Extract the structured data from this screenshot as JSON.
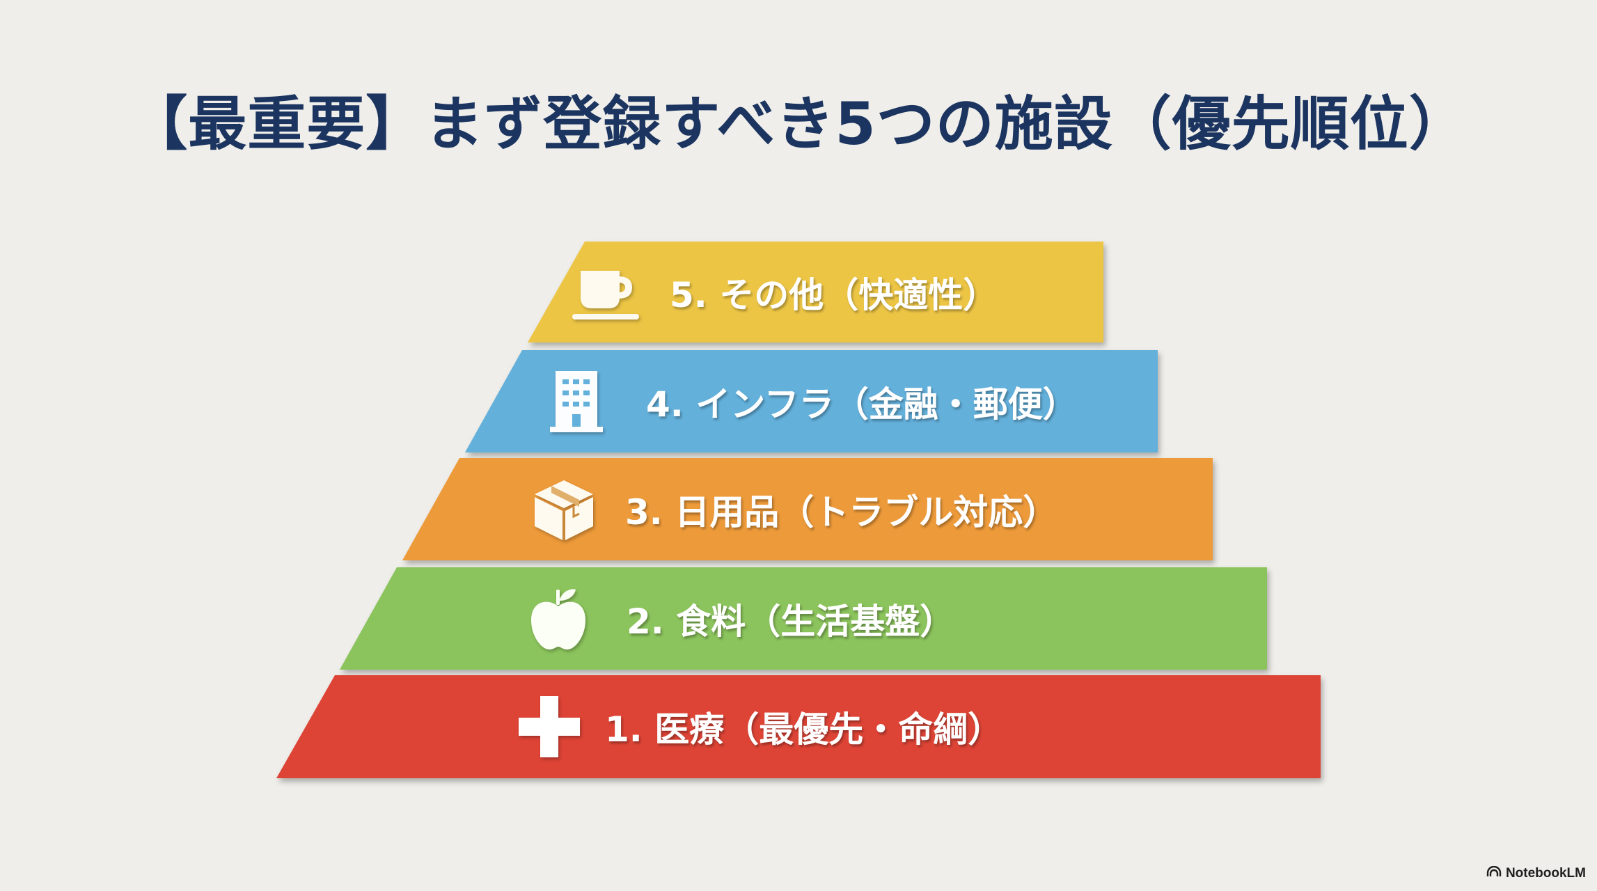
{
  "slide": {
    "title": "【最重要】まず登録すべき5つの施設（優先順位）",
    "background_color": "#efeeea",
    "title_color": "#1c3560"
  },
  "pyramid": {
    "levels": [
      {
        "rank": 5,
        "label": "5. その他（快適性）",
        "icon": "coffee-cup-icon",
        "color": "#ecc545",
        "position": "top"
      },
      {
        "rank": 4,
        "label": "4. インフラ（金融・郵便）",
        "icon": "office-building-icon",
        "color": "#63b0db",
        "position": "second"
      },
      {
        "rank": 3,
        "label": "3. 日用品（トラブル対応）",
        "icon": "cardboard-box-icon",
        "color": "#ed9a3a",
        "position": "middle"
      },
      {
        "rank": 2,
        "label": "2. 食料（生活基盤）",
        "icon": "apple-icon",
        "color": "#8bc35c",
        "position": "fourth"
      },
      {
        "rank": 1,
        "label": "1. 医療（最優先・命綱）",
        "icon": "medical-cross-icon",
        "color": "#dd4436",
        "position": "base"
      }
    ]
  },
  "branding": {
    "logo_icon": "notebooklm-logo-icon",
    "name": "NotebookLM"
  }
}
